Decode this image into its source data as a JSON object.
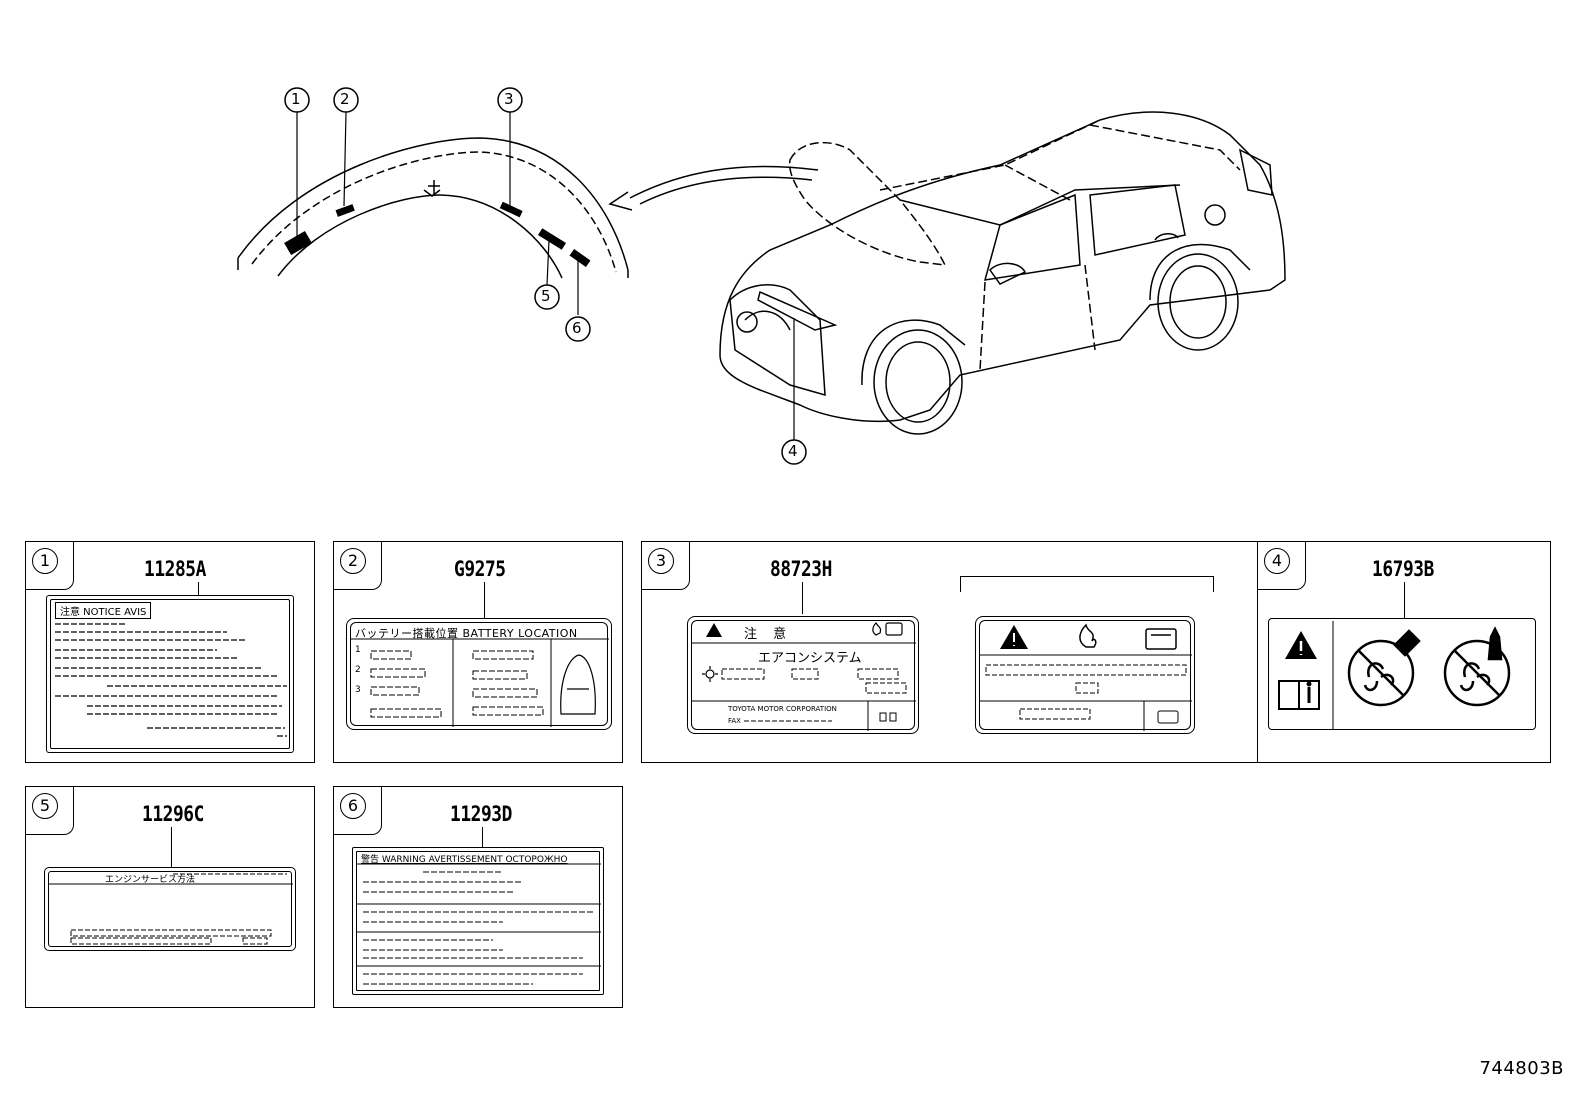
{
  "callouts": [
    "1",
    "2",
    "3",
    "4",
    "5",
    "6"
  ],
  "panels": [
    {
      "num": "1",
      "part": "11285A",
      "header": "注意  NOTICE    AVIS"
    },
    {
      "num": "2",
      "part": "G9275",
      "header": "バッテリー搭載位置    BATTERY LOCATION",
      "subnums": [
        "1",
        "2",
        "3"
      ]
    },
    {
      "num": "3",
      "part": "88723H",
      "title_jp": "注 意",
      "system_jp": "エアコンシステム",
      "maker": "TOYOTA MOTOR CORPORATION",
      "maker_line2": "FAX"
    },
    {
      "num": "4",
      "part": "16793B"
    },
    {
      "num": "5",
      "part": "11296C",
      "header": "エンジンサービス方法"
    },
    {
      "num": "6",
      "part": "11293D",
      "header": "警告  WARNING  AVERTISSEMENT   OCTOPOЖHO"
    }
  ],
  "diagram_id": "744803B"
}
